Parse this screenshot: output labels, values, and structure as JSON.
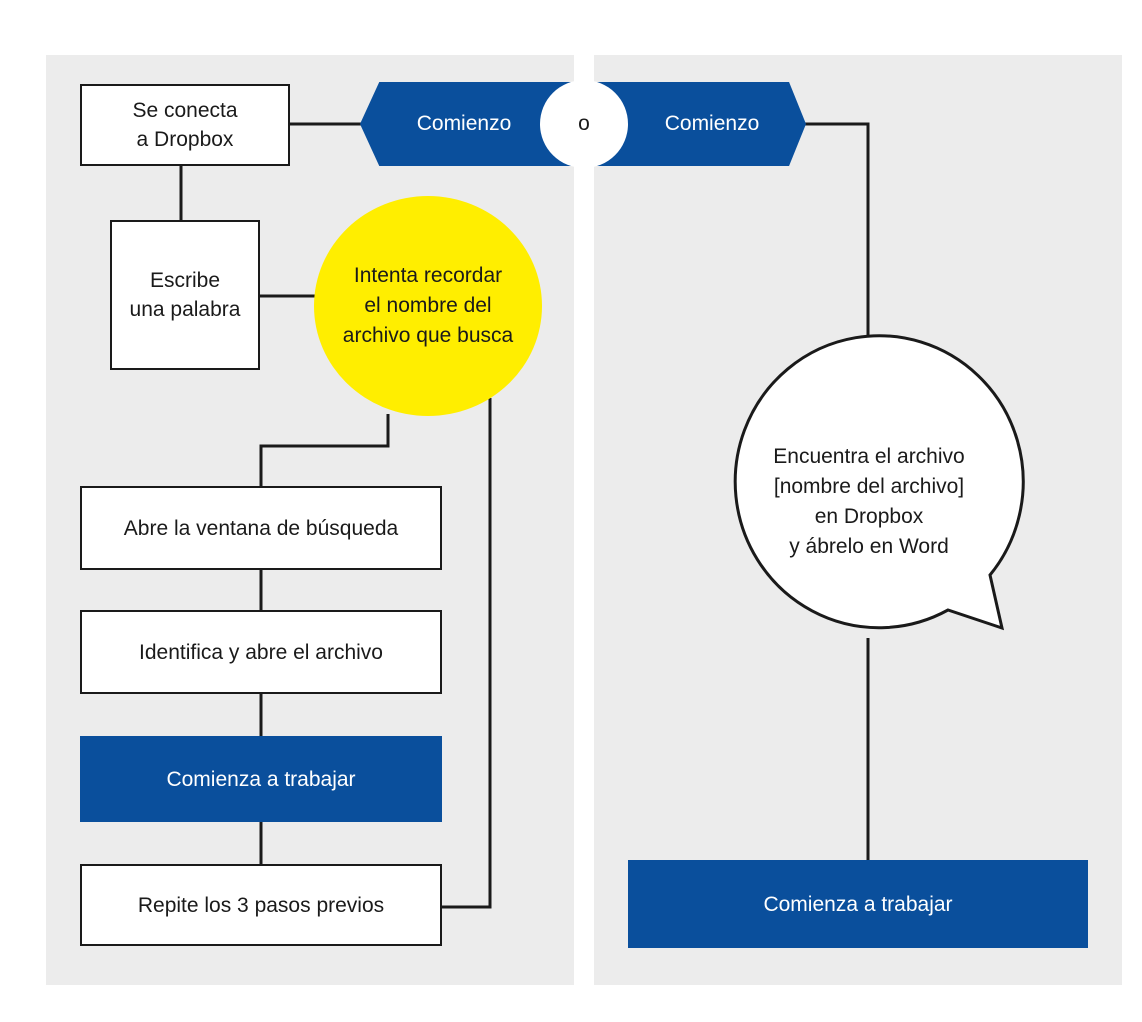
{
  "left": {
    "connect": "Se conecta\na Dropbox",
    "type_word": "Escribe\nuna palabra",
    "start": "Comienzo",
    "recall": "Intenta recordar\nel nombre del\narchivo que busca",
    "open_search": "Abre la ventana de búsqueda",
    "identify": "Identifica y abre el archivo",
    "start_work": "Comienza a trabajar",
    "repeat": "Repite los 3 pasos previos"
  },
  "or_label": "o",
  "right": {
    "start": "Comienzo",
    "bubble": "Encuentra el archivo\n[nombre del archivo]\nen Dropbox\ny ábrelo en Word",
    "start_work": "Comienza a trabajar"
  },
  "colors": {
    "blue": "#0a4f9c",
    "yellow": "#ffee00",
    "panel": "#ececec",
    "line": "#1a1a1a"
  }
}
